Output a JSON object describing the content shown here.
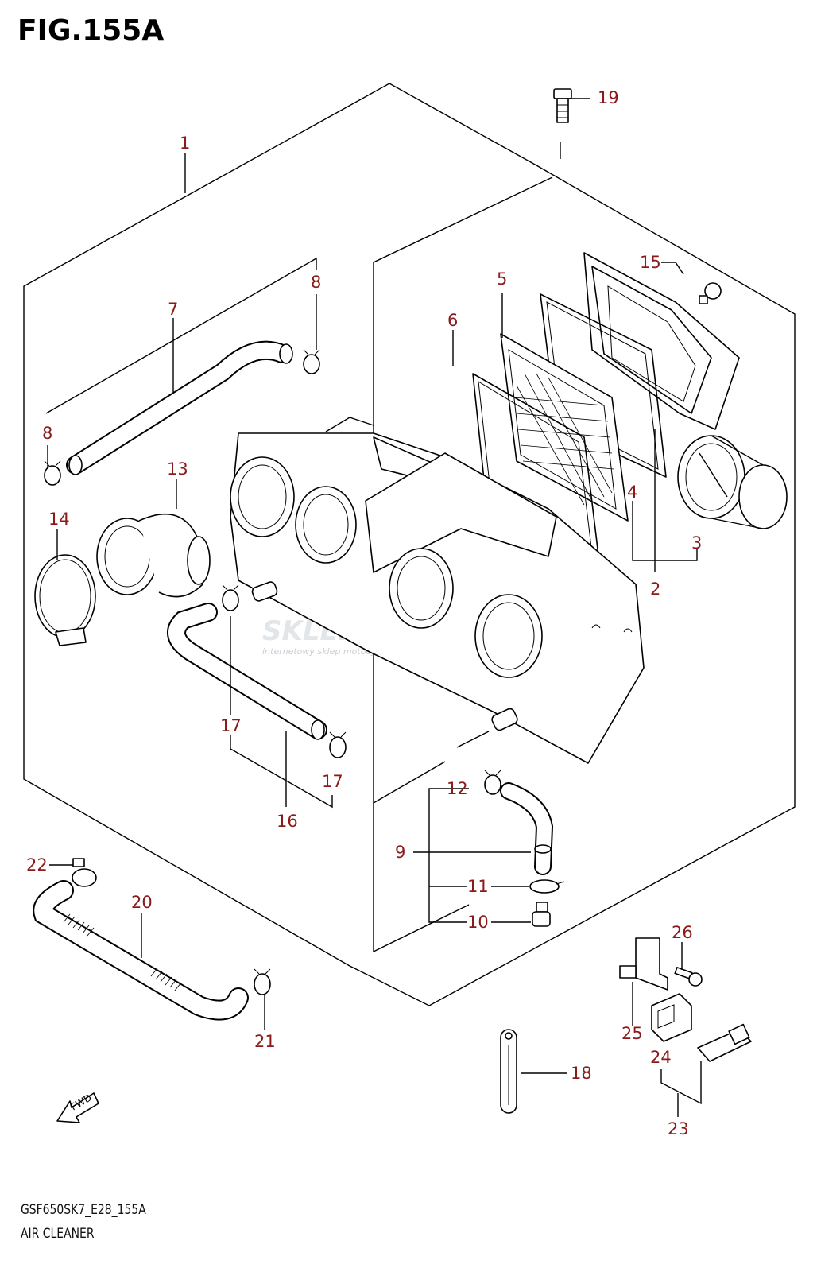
{
  "figure": {
    "title": "FIG.155A",
    "code": "GSF650SK7_E28_155A",
    "name": "AIR CLEANER",
    "direction_label": "FWD"
  },
  "watermark": {
    "brand": "SKLEPMOTO24.PL",
    "tagline": "internetowy sklep motocyklowy"
  },
  "colors": {
    "callout": "#8b1a1a",
    "line": "#000000"
  },
  "callouts": [
    {
      "id": "c1",
      "label": "1"
    },
    {
      "id": "c2",
      "label": "2"
    },
    {
      "id": "c3",
      "label": "3"
    },
    {
      "id": "c4",
      "label": "4"
    },
    {
      "id": "c5",
      "label": "5"
    },
    {
      "id": "c6",
      "label": "6"
    },
    {
      "id": "c7",
      "label": "7"
    },
    {
      "id": "c8a",
      "label": "8"
    },
    {
      "id": "c8b",
      "label": "8"
    },
    {
      "id": "c9",
      "label": "9"
    },
    {
      "id": "c10",
      "label": "10"
    },
    {
      "id": "c11",
      "label": "11"
    },
    {
      "id": "c12",
      "label": "12"
    },
    {
      "id": "c13",
      "label": "13"
    },
    {
      "id": "c14",
      "label": "14"
    },
    {
      "id": "c15",
      "label": "15"
    },
    {
      "id": "c16",
      "label": "16"
    },
    {
      "id": "c17a",
      "label": "17"
    },
    {
      "id": "c17b",
      "label": "17"
    },
    {
      "id": "c18",
      "label": "18"
    },
    {
      "id": "c19",
      "label": "19"
    },
    {
      "id": "c20",
      "label": "20"
    },
    {
      "id": "c21",
      "label": "21"
    },
    {
      "id": "c22",
      "label": "22"
    },
    {
      "id": "c23",
      "label": "23"
    },
    {
      "id": "c24",
      "label": "24"
    },
    {
      "id": "c25",
      "label": "25"
    },
    {
      "id": "c26",
      "label": "26"
    }
  ]
}
